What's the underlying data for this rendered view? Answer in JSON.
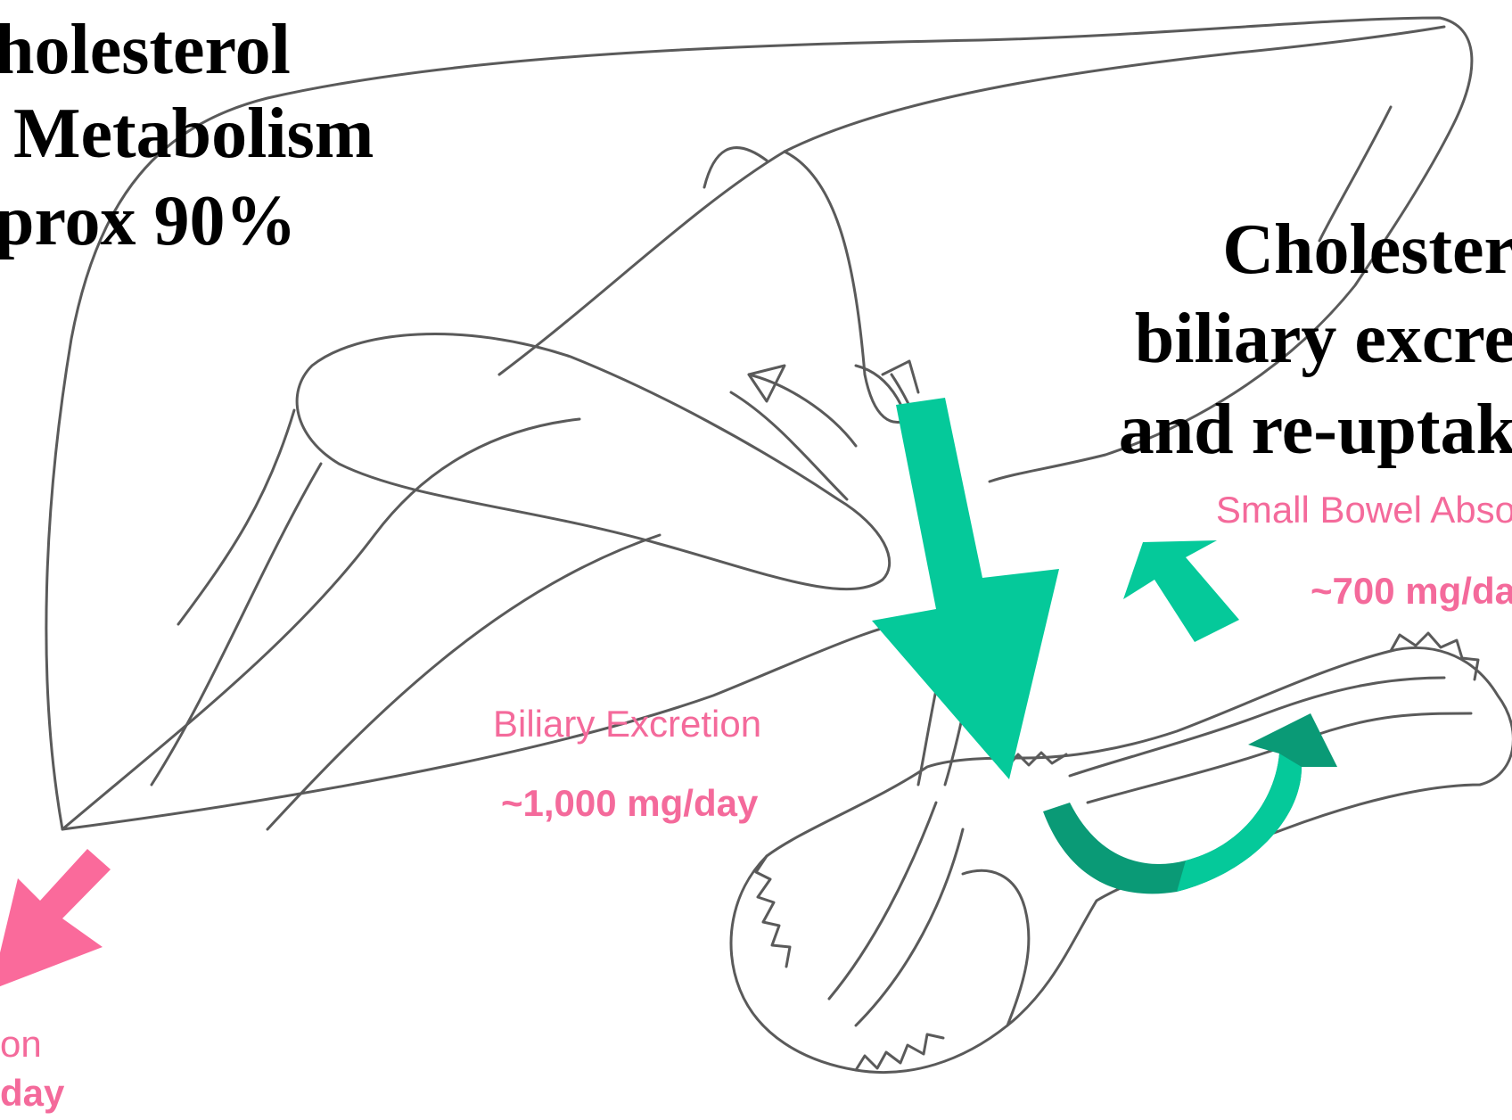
{
  "colors": {
    "outline": "#5a5a5a",
    "arrow_green": "#05c99a",
    "arrow_green_dark": "#0a9a76",
    "arrow_pink": "#fa6a9b",
    "label_pink": "#f46a9b",
    "title": "#000000"
  },
  "title_left": {
    "line1": "holesterol",
    "line2": "Metabolism",
    "line3": "prox 90%"
  },
  "title_right": {
    "line1": "Cholester",
    "line2": "biliary excre",
    "line3": "and re-uptak"
  },
  "labels": {
    "biliary_excretion": "Biliary Excretion",
    "biliary_amount": "~1,000 mg/day",
    "small_bowel": "Small Bowel Abso",
    "small_bowel_amount": "~700 mg/da",
    "fecal_fragment": "on",
    "fecal_amount_fragment": "day"
  },
  "icons": {
    "liver": "liver-outline-icon",
    "intestine": "intestine-outline-icon",
    "excretion_arrow": "arrow-down-icon",
    "absorption_arrow": "arrow-up-icon",
    "recycle_arrow": "curved-arrow-icon",
    "fecal_arrow": "arrow-down-left-icon"
  }
}
